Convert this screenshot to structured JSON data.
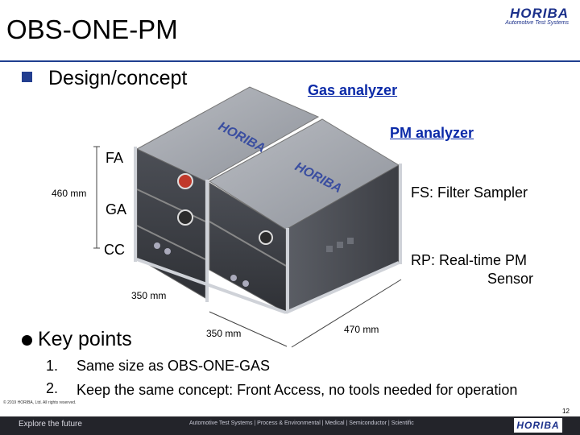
{
  "header": {
    "title": "OBS-ONE-PM",
    "logo_word": "HORIBA",
    "logo_sub": "Automotive Test Systems"
  },
  "section": {
    "heading": "Design/concept"
  },
  "labels": {
    "gas_analyzer": "Gas analyzer",
    "pm_analyzer": "PM analyzer",
    "fa": "FA",
    "ga": "GA",
    "cc": "CC",
    "fs": "FS: Filter Sampler",
    "rp_line1": "RP: Real-time PM",
    "rp_line2": "Sensor",
    "dim_height": "460 mm",
    "dim_width": "350 mm",
    "dim_depth_a": "350 mm",
    "dim_depth_b": "470 mm",
    "device_logo": "HORIBA"
  },
  "key_points": {
    "heading": "Key points",
    "items": [
      {
        "num": "1.",
        "text": "Same size as OBS-ONE-GAS"
      },
      {
        "num": "2.",
        "text": "Keep the same concept: Front Access, no tools needed for operation"
      }
    ]
  },
  "footer": {
    "tagline": "Explore the future",
    "segments": "Automotive Test Systems | Process & Environmental | Medical | Semiconductor | Scientific",
    "logo": "HORIBA",
    "copyright": "© 2019 HORIBA, Ltd. All rights reserved.",
    "page_number": "12"
  },
  "colors": {
    "accent": "#1f3f8f",
    "link_blue": "#0b2aa8",
    "footer_bg": "#23242a"
  }
}
